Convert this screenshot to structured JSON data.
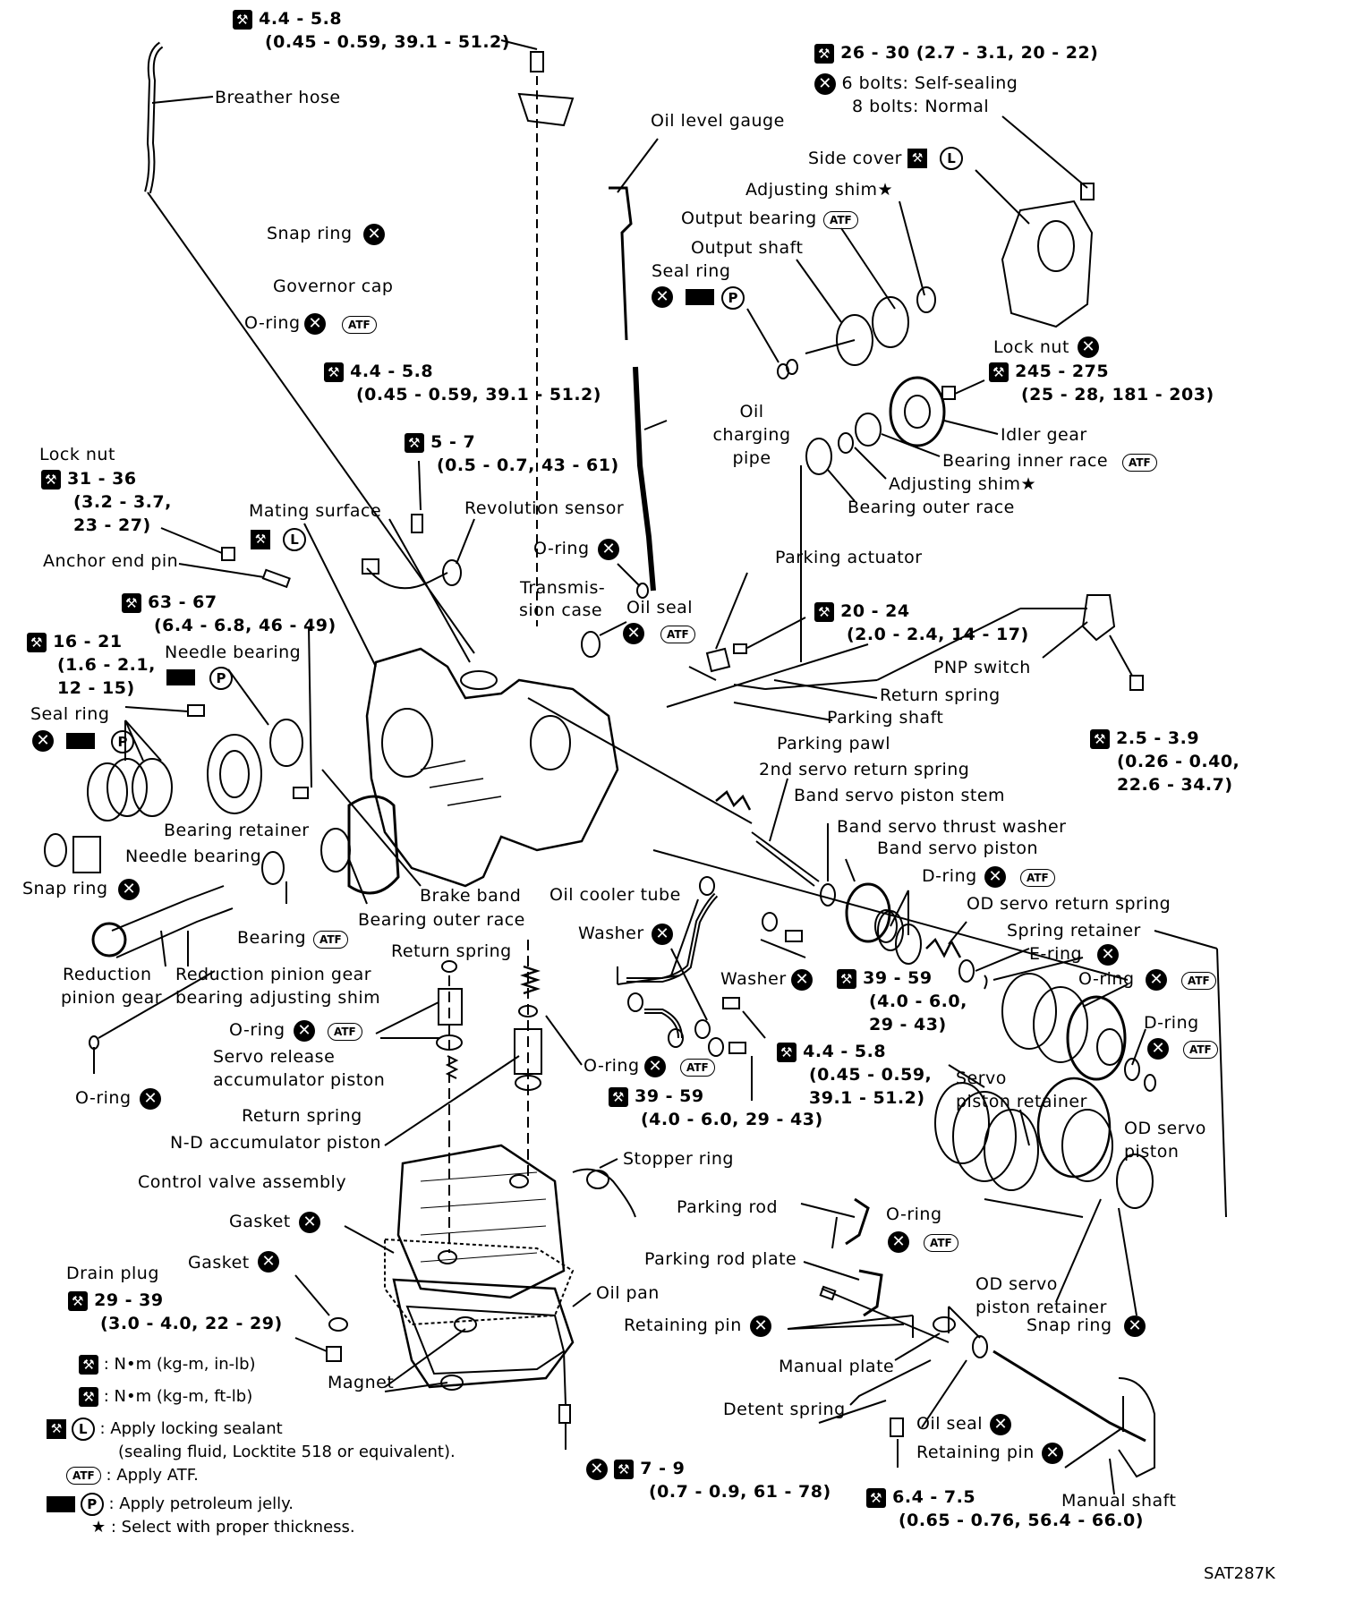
{
  "figure_id": "SAT287K",
  "symbols": {
    "x_mark": "✕",
    "star": "★",
    "atf": "ATF",
    "locking": "L",
    "jelly": "P",
    "wrench": "⚒"
  },
  "labels": {
    "breather_hose": "Breather hose",
    "snap_ring_top": "Snap ring",
    "governor_cap": "Governor cap",
    "o_ring_top": "O-ring",
    "oil_level_gauge": "Oil level gauge",
    "side_cover": "Side cover",
    "adjusting_shim_1": "Adjusting shim★",
    "output_bearing": "Output bearing",
    "output_shaft": "Output shaft",
    "seal_ring_top": "Seal ring",
    "lock_nut_right": "Lock nut",
    "oil_charging_pipe": "Oil charging pipe",
    "idler_gear": "Idler gear",
    "bearing_inner_race": "Bearing inner race",
    "adjusting_shim_2": "Adjusting shim★",
    "bearing_outer_race_top": "Bearing outer race",
    "lock_nut_left": "Lock nut",
    "mating_surface": "Mating surface",
    "revolution_sensor": "Revolution sensor",
    "anchor_end_pin": "Anchor end pin",
    "o_ring_mid": "O-ring",
    "transmission_case_1": "Transmis-",
    "transmission_case_2": "sion case",
    "oil_seal_mid": "Oil seal",
    "parking_actuator": "Parking actuator",
    "needle_bearing_top": "Needle bearing",
    "pnp_switch": "PNP switch",
    "return_spring_right": "Return spring",
    "parking_shaft": "Parking shaft",
    "seal_ring_left": "Seal ring",
    "parking_pawl": "Parking pawl",
    "second_servo_return_spring": "2nd servo return spring",
    "band_servo_piston_stem": "Band servo piston stem",
    "bearing_retainer": "Bearing retainer",
    "needle_bearing_left": "Needle bearing",
    "band_servo_thrust_washer": "Band servo thrust washer",
    "band_servo_piston": "Band servo piston",
    "snap_ring_left": "Snap ring",
    "brake_band": "Brake band",
    "oil_cooler_tube": "Oil cooler tube",
    "d_ring_1": "D-ring",
    "bearing_outer_race_mid": "Bearing outer race",
    "od_servo_return_spring": "OD servo return spring",
    "bearing": "Bearing",
    "washer_1": "Washer",
    "spring_retainer": "Spring retainer",
    "return_spring_mid": "Return spring",
    "e_ring": "E-ring",
    "reduction_pinion_gear_1": "Reduction",
    "reduction_pinion_gear_2": "pinion gear",
    "reduction_pinion_shim_1": "Reduction pinion gear",
    "reduction_pinion_shim_2": "bearing adjusting shim",
    "washer_2": "Washer",
    "o_ring_right": "O-ring",
    "o_ring_servo": "O-ring",
    "d_ring_2": "D-ring",
    "servo_release_1": "Servo release",
    "servo_release_2": "accumulator piston",
    "o_ring_acc": "O-ring",
    "servo_piston_retainer_1": "Servo",
    "servo_piston_retainer_2": "piston retainer",
    "od_servo_piston_1": "OD servo",
    "od_servo_piston_2": "piston",
    "o_ring_left_bottom": "O-ring",
    "return_spring_bottom": "Return spring",
    "nd_accumulator_piston": "N-D accumulator piston",
    "stopper_ring": "Stopper ring",
    "control_valve_assembly": "Control valve assembly",
    "parking_rod": "Parking rod",
    "o_ring_bottom_right": "O-ring",
    "gasket_1": "Gasket",
    "parking_rod_plate": "Parking rod plate",
    "gasket_2": "Gasket",
    "od_servo_piston_retainer_1": "OD servo",
    "od_servo_piston_retainer_2": "piston retainer",
    "drain_plug": "Drain plug",
    "oil_pan": "Oil pan",
    "retaining_pin_1": "Retaining pin",
    "snap_ring_bottom": "Snap ring",
    "manual_plate": "Manual plate",
    "magnet": "Magnet",
    "detent_spring": "Detent spring",
    "oil_seal_bottom": "Oil seal",
    "retaining_pin_2": "Retaining pin",
    "manual_shaft": "Manual shaft"
  },
  "torques": {
    "t1_a": "4.4 - 5.8",
    "t1_b": "(0.45 - 0.59, 39.1 - 51.2)",
    "t2": "26 - 30 (2.7 - 3.1, 20 - 22)",
    "t2_note1": "6 bolts: Self-sealing",
    "t2_note2": "8 bolts: Normal",
    "t3_a": "4.4 - 5.8",
    "t3_b": "(0.45 - 0.59, 39.1 - 51.2)",
    "t4_a": "245 - 275",
    "t4_b": "(25 - 28, 181 - 203)",
    "t5_a": "5 - 7",
    "t5_b": "(0.5 - 0.7, 43 - 61)",
    "t6_a": "31 - 36",
    "t6_b": "(3.2 - 3.7,",
    "t6_c": "23 - 27)",
    "t7_a": "63 - 67",
    "t7_b": "(6.4 - 6.8, 46 - 49)",
    "t8_a": "20 - 24",
    "t8_b": "(2.0 - 2.4, 14 - 17)",
    "t9_a": "16 - 21",
    "t9_b": "(1.6 - 2.1,",
    "t9_c": "12 - 15)",
    "t10_a": "2.5 - 3.9",
    "t10_b": "(0.26 - 0.40,",
    "t10_c": "22.6 - 34.7)",
    "t11_a": "39 - 59",
    "t11_b": "(4.0 - 6.0,",
    "t11_c": "29 - 43)",
    "t12_a": "4.4 - 5.8",
    "t12_b": "(0.45 - 0.59,",
    "t12_c": "39.1 - 51.2)",
    "t13_a": "39 - 59",
    "t13_b": "(4.0 - 6.0, 29 - 43)",
    "t14_a": "29 - 39",
    "t14_b": "(3.0 - 4.0, 22 - 29)",
    "t15_a": "7 - 9",
    "t15_b": "(0.7 - 0.9, 61 - 78)",
    "t16_a": "6.4 - 7.5",
    "t16_b": "(0.65 - 0.76, 56.4 - 66.0)"
  },
  "legend": {
    "in_lb": ": N•m (kg-m, in-lb)",
    "ft_lb": ": N•m (kg-m, ft-lb)",
    "sealant_1": ": Apply locking sealant",
    "sealant_2": "(sealing fluid, Locktite 518 or equivalent).",
    "atf": ": Apply ATF.",
    "jelly": ": Apply petroleum jelly.",
    "star": ": Select with proper thickness."
  }
}
